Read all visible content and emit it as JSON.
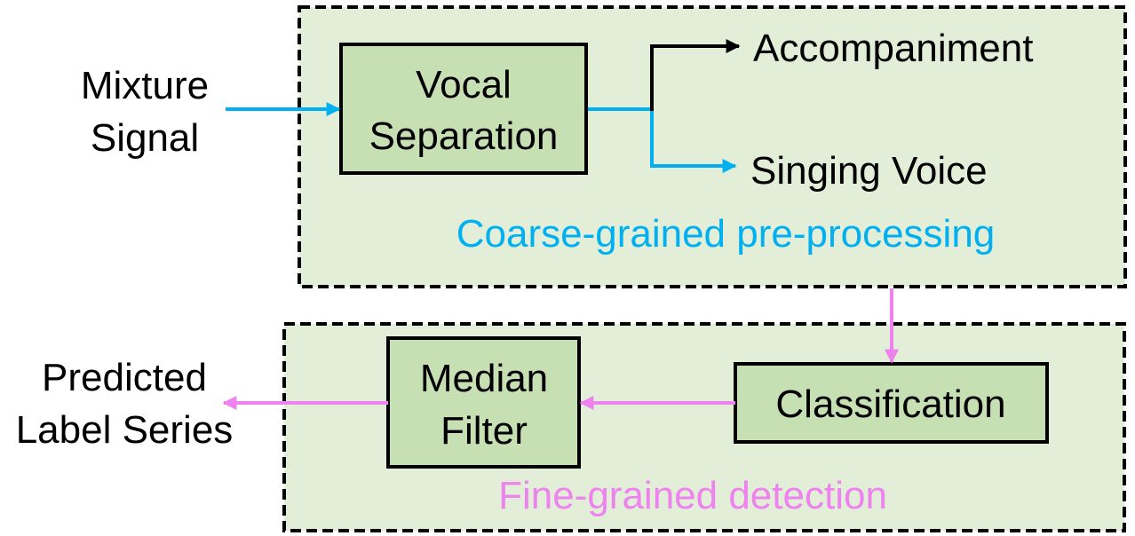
{
  "colors": {
    "background": "#ffffff",
    "group_fill": "#e2eed7",
    "block_fill": "#c6e0b4",
    "block_stroke": "#000000",
    "group_stroke": "#000000",
    "blue_arrow": "#00b0f0",
    "pink_arrow": "#ee82ee",
    "text": "#000000"
  },
  "inputs": {
    "mixture_line1": "Mixture",
    "mixture_line2": "Signal"
  },
  "outputs": {
    "accompaniment": "Accompaniment",
    "singing_voice": "Singing Voice",
    "predicted_line1": "Predicted",
    "predicted_line2": "Label Series"
  },
  "blocks": {
    "vocal_separation_line1": "Vocal",
    "vocal_separation_line2": "Separation",
    "median_filter_line1": "Median",
    "median_filter_line2": "Filter",
    "classification": "Classification"
  },
  "groups": {
    "coarse_title": "Coarse-grained pre-processing",
    "fine_title": "Fine-grained detection"
  },
  "icons": {
    "arrowhead": "arrowhead-icon"
  }
}
